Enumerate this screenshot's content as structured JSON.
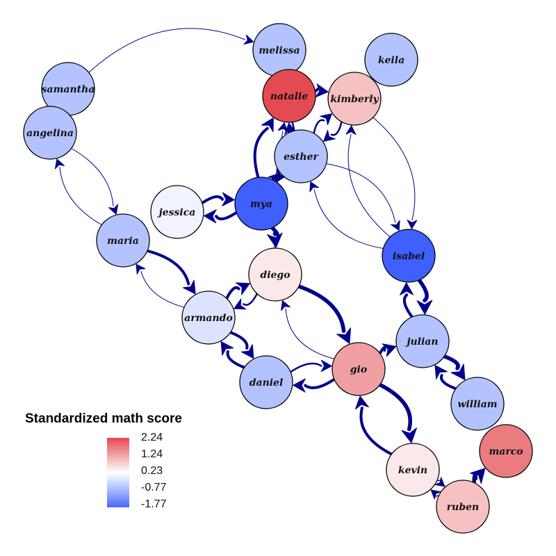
{
  "legend": {
    "title": "Standardized math score",
    "ticks": [
      "2.24",
      "1.24",
      "0.23",
      "-0.77",
      "-1.77"
    ]
  },
  "edge_color": "#00008b",
  "nodes": [
    {
      "id": "melissa",
      "label": "melissa",
      "color": "#b3c3ff"
    },
    {
      "id": "keila",
      "label": "keila",
      "color": "#b3c3ff"
    },
    {
      "id": "natalie",
      "label": "natalie",
      "color": "#e44a52"
    },
    {
      "id": "kimberly",
      "label": "kimberly",
      "color": "#f5c1c3"
    },
    {
      "id": "samantha",
      "label": "samantha",
      "color": "#b3c3ff"
    },
    {
      "id": "angelina",
      "label": "angelina",
      "color": "#b3c3ff"
    },
    {
      "id": "esther",
      "label": "esther",
      "color": "#b3c3ff"
    },
    {
      "id": "jessica",
      "label": "jessica",
      "color": "#f1f3ff"
    },
    {
      "id": "mya",
      "label": "mya",
      "color": "#3f5fff"
    },
    {
      "id": "maria",
      "label": "maria",
      "color": "#b3c3ff"
    },
    {
      "id": "isabel",
      "label": "isabel",
      "color": "#3f5fff"
    },
    {
      "id": "diego",
      "label": "diego",
      "color": "#fbe9ea"
    },
    {
      "id": "armando",
      "label": "armando",
      "color": "#dde3ff"
    },
    {
      "id": "julian",
      "label": "julian",
      "color": "#b3c3ff"
    },
    {
      "id": "gio",
      "label": "gio",
      "color": "#f0a0a3"
    },
    {
      "id": "daniel",
      "label": "daniel",
      "color": "#b3c3ff"
    },
    {
      "id": "william",
      "label": "william",
      "color": "#b3c3ff"
    },
    {
      "id": "marco",
      "label": "marco",
      "color": "#ea7c80"
    },
    {
      "id": "kevin",
      "label": "kevin",
      "color": "#fbe9ea"
    },
    {
      "id": "ruben",
      "label": "ruben",
      "color": "#f5c1c3"
    }
  ],
  "edges": [
    {
      "from": "samantha",
      "to": "melissa",
      "weight": 1
    },
    {
      "from": "melissa",
      "to": "natalie",
      "weight": 1
    },
    {
      "from": "natalie",
      "to": "kimberly",
      "weight": 3
    },
    {
      "from": "esther",
      "to": "kimberly",
      "weight": 2
    },
    {
      "from": "kimberly",
      "to": "esther",
      "weight": 2
    },
    {
      "from": "esther",
      "to": "natalie",
      "weight": 2
    },
    {
      "from": "mya",
      "to": "natalie",
      "weight": 3
    },
    {
      "from": "natalie",
      "to": "mya",
      "weight": 2
    },
    {
      "from": "angelina",
      "to": "maria",
      "weight": 1
    },
    {
      "from": "maria",
      "to": "angelina",
      "weight": 1
    },
    {
      "from": "jessica",
      "to": "mya",
      "weight": 3
    },
    {
      "from": "mya",
      "to": "jessica",
      "weight": 3
    },
    {
      "from": "mya",
      "to": "esther",
      "weight": 2
    },
    {
      "from": "mya",
      "to": "diego",
      "weight": 4
    },
    {
      "from": "diego",
      "to": "natalie",
      "weight": 1
    },
    {
      "from": "maria",
      "to": "armando",
      "weight": 3
    },
    {
      "from": "armando",
      "to": "maria",
      "weight": 1
    },
    {
      "from": "armando",
      "to": "diego",
      "weight": 3
    },
    {
      "from": "diego",
      "to": "armando",
      "weight": 2
    },
    {
      "from": "armando",
      "to": "daniel",
      "weight": 3
    },
    {
      "from": "daniel",
      "to": "armando",
      "weight": 3
    },
    {
      "from": "diego",
      "to": "gio",
      "weight": 4
    },
    {
      "from": "gio",
      "to": "diego",
      "weight": 1
    },
    {
      "from": "gio",
      "to": "daniel",
      "weight": 3
    },
    {
      "from": "daniel",
      "to": "gio",
      "weight": 2
    },
    {
      "from": "gio",
      "to": "kevin",
      "weight": 4
    },
    {
      "from": "kevin",
      "to": "gio",
      "weight": 3
    },
    {
      "from": "gio",
      "to": "julian",
      "weight": 3
    },
    {
      "from": "esther",
      "to": "isabel",
      "weight": 1
    },
    {
      "from": "isabel",
      "to": "esther",
      "weight": 1
    },
    {
      "from": "kimberly",
      "to": "isabel",
      "weight": 1
    },
    {
      "from": "isabel",
      "to": "kimberly",
      "weight": 1
    },
    {
      "from": "isabel",
      "to": "julian",
      "weight": 4
    },
    {
      "from": "julian",
      "to": "isabel",
      "weight": 3
    },
    {
      "from": "julian",
      "to": "william",
      "weight": 4
    },
    {
      "from": "william",
      "to": "julian",
      "weight": 3
    },
    {
      "from": "kevin",
      "to": "ruben",
      "weight": 1
    },
    {
      "from": "ruben",
      "to": "kevin",
      "weight": 1
    },
    {
      "from": "ruben",
      "to": "marco",
      "weight": 4
    }
  ]
}
